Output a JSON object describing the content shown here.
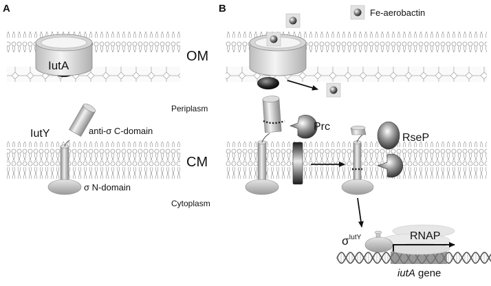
{
  "panels": {
    "a": {
      "letter": "A"
    },
    "b": {
      "letter": "B"
    }
  },
  "compartments": {
    "outer_membrane": "OM",
    "periplasm": "Periplasm",
    "cytoplasmic_membrane": "CM",
    "cytoplasm": "Cytoplasm"
  },
  "labels": {
    "iuta_receptor": "IutA",
    "iuty": "IutY",
    "anti_sigma_c_domain": "anti-σ C-domain",
    "sigma_n_domain": "σ N-domain",
    "prc": "Prc",
    "rsep": "RseP",
    "legend_fe_aerobactin": "Fe-aerobactin",
    "sigma_base": "σ",
    "sigma_superscript": "IutY",
    "rnap": "RNAP",
    "gene_name": "iutA",
    "gene_suffix": " gene"
  },
  "colors": {
    "membrane_stroke": "#9a9a9a",
    "protein_dark": "#222222",
    "protein_mid": "#9a9a9a",
    "protein_light": "#e4e4e4"
  }
}
